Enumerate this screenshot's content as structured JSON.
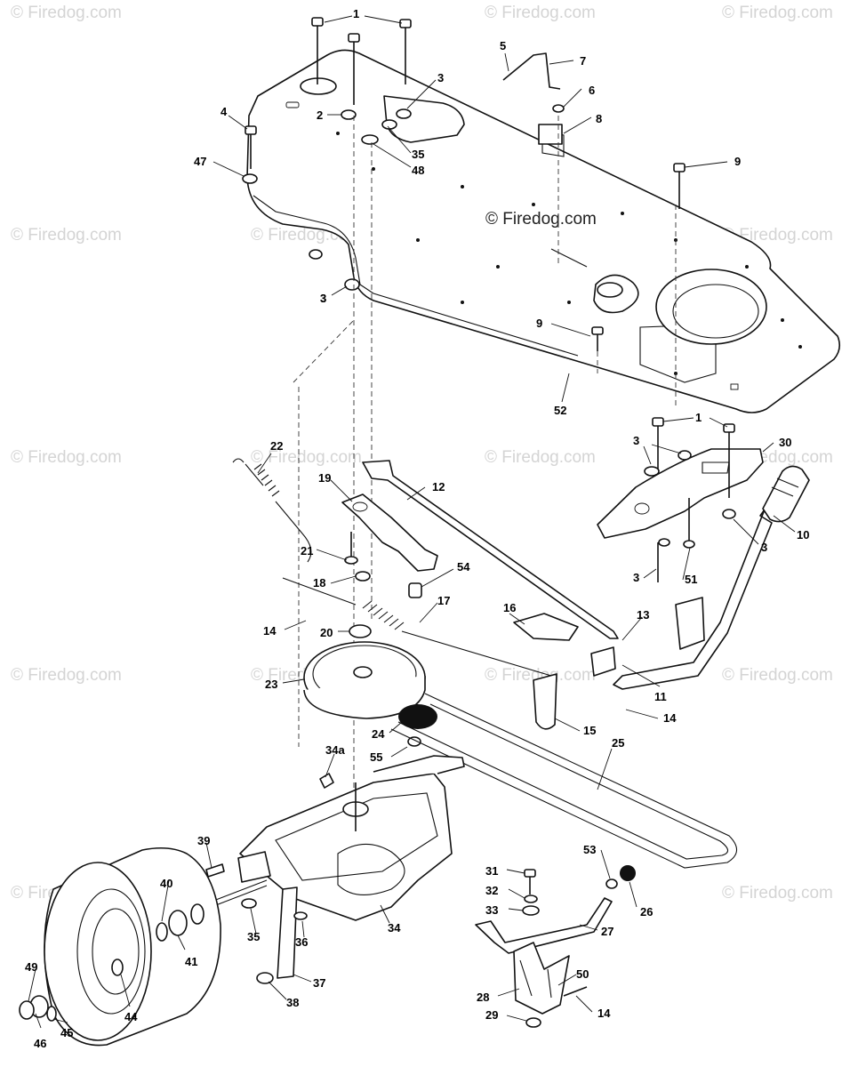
{
  "watermark": {
    "brand": "© Firedog.com",
    "tiles": [
      "© Firedog.com",
      "© Firedog.com",
      "© Firedog.com",
      "© Firedog.com",
      "© Firedog.com",
      "© Firedog.com",
      "© Firedog.com",
      "© Firedog.com",
      "© Firedog.com",
      "© Firedog.com",
      "© Firedog.com",
      "© Firedog.com",
      "© Firedog.com",
      "© Firedog.com",
      "© Firedog.com",
      "© Firedog.com"
    ]
  },
  "callouts": [
    "1",
    "2",
    "3",
    "4",
    "47",
    "35",
    "48",
    "3",
    "5",
    "7",
    "6",
    "8",
    "9",
    "3",
    "9",
    "52",
    "1",
    "3",
    "30",
    "10",
    "3",
    "3",
    "51",
    "22",
    "19",
    "12",
    "21",
    "54",
    "18",
    "17",
    "14",
    "20",
    "16",
    "13",
    "23",
    "11",
    "24",
    "15",
    "14",
    "55",
    "25",
    "34a",
    "39",
    "40",
    "41",
    "35",
    "36",
    "34",
    "31",
    "32",
    "33",
    "53",
    "26",
    "27",
    "37",
    "38",
    "49",
    "44",
    "46",
    "45",
    "28",
    "50",
    "29",
    "14"
  ],
  "colors": {
    "line": "#111111",
    "watermark": "#d4d4d4",
    "background": "#ffffff"
  }
}
